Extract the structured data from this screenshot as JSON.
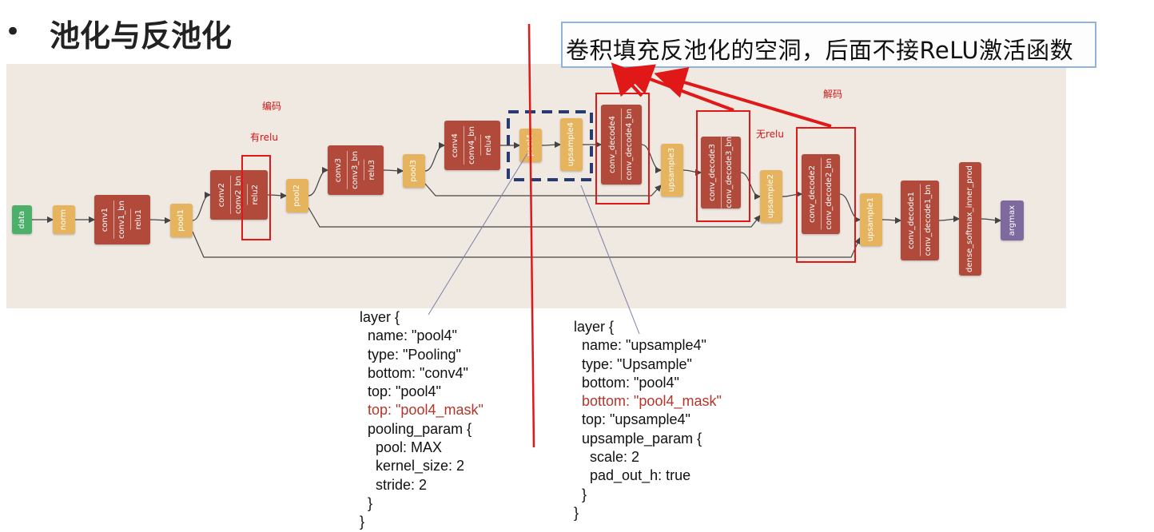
{
  "slide": {
    "bullet": "•",
    "title": "池化与反池化"
  },
  "callout": {
    "text": "卷积填充反池化的空洞，后面不接ReLU激活函数"
  },
  "annotations": {
    "encode": "编码",
    "has_relu": "有relu",
    "no_relu": "无relu",
    "decode": "解码"
  },
  "network": {
    "colors": {
      "conv": "#b24a3b",
      "pool": "#e6b45f",
      "input": "#4caf6a",
      "output": "#7e6a9e"
    },
    "nodes": [
      {
        "id": "data",
        "kind": "input",
        "labels": [
          "data"
        ]
      },
      {
        "id": "norm",
        "kind": "pool",
        "labels": [
          "norm"
        ]
      },
      {
        "id": "conv1",
        "kind": "conv",
        "labels": [
          "conv1",
          "conv1_bn",
          "relu1"
        ]
      },
      {
        "id": "pool1",
        "kind": "pool",
        "labels": [
          "pool1"
        ]
      },
      {
        "id": "conv2",
        "kind": "conv",
        "labels": [
          "conv2",
          "conv2_bn",
          "relu2"
        ]
      },
      {
        "id": "pool2",
        "kind": "pool",
        "labels": [
          "pool2"
        ]
      },
      {
        "id": "conv3",
        "kind": "conv",
        "labels": [
          "conv3",
          "conv3_bn",
          "relu3"
        ]
      },
      {
        "id": "pool3",
        "kind": "pool",
        "labels": [
          "pool3"
        ]
      },
      {
        "id": "conv4",
        "kind": "conv",
        "labels": [
          "conv4",
          "conv4_bn",
          "relu4"
        ]
      },
      {
        "id": "pool4",
        "kind": "pool",
        "labels": [
          "pool4"
        ]
      },
      {
        "id": "upsample4",
        "kind": "pool",
        "labels": [
          "upsample4"
        ]
      },
      {
        "id": "conv_decode4",
        "kind": "conv",
        "labels": [
          "conv_decode4",
          "conv_decode4_bn"
        ]
      },
      {
        "id": "upsample3",
        "kind": "pool",
        "labels": [
          "upsample3"
        ]
      },
      {
        "id": "conv_decode3",
        "kind": "conv",
        "labels": [
          "conv_decode3",
          "conv_decode3_bn"
        ]
      },
      {
        "id": "upsample2",
        "kind": "pool",
        "labels": [
          "upsample2"
        ]
      },
      {
        "id": "conv_decode2",
        "kind": "conv",
        "labels": [
          "conv_decode2",
          "conv_decode2_bn"
        ]
      },
      {
        "id": "upsample1",
        "kind": "pool",
        "labels": [
          "upsample1"
        ]
      },
      {
        "id": "conv_decode1",
        "kind": "conv",
        "labels": [
          "conv_decode1",
          "conv_decode1_bn"
        ]
      },
      {
        "id": "dense",
        "kind": "conv",
        "labels": [
          "dense_softmax_inner_prod"
        ]
      },
      {
        "id": "argmax",
        "kind": "output",
        "labels": [
          "argmax"
        ]
      }
    ],
    "edges": [
      [
        "data",
        "norm"
      ],
      [
        "norm",
        "conv1"
      ],
      [
        "conv1",
        "pool1"
      ],
      [
        "pool1",
        "conv2"
      ],
      [
        "conv2",
        "pool2"
      ],
      [
        "pool2",
        "conv3"
      ],
      [
        "conv3",
        "pool3"
      ],
      [
        "pool3",
        "conv4"
      ],
      [
        "conv4",
        "pool4"
      ],
      [
        "pool4",
        "upsample4"
      ],
      [
        "upsample4",
        "conv_decode4"
      ],
      [
        "conv_decode4",
        "upsample3"
      ],
      [
        "upsample3",
        "conv_decode3"
      ],
      [
        "conv_decode3",
        "upsample2"
      ],
      [
        "upsample2",
        "conv_decode2"
      ],
      [
        "conv_decode2",
        "upsample1"
      ],
      [
        "upsample1",
        "conv_decode1"
      ],
      [
        "conv_decode1",
        "dense"
      ],
      [
        "dense",
        "argmax"
      ],
      [
        "pool3",
        "upsample3"
      ],
      [
        "pool2",
        "upsample2"
      ],
      [
        "pool1",
        "upsample1"
      ]
    ]
  },
  "code_left": {
    "lines": [
      {
        "text": "layer {",
        "red": false
      },
      {
        "text": "  name: \"pool4\"",
        "red": false
      },
      {
        "text": "  type: \"Pooling\"",
        "red": false
      },
      {
        "text": "  bottom: \"conv4\"",
        "red": false
      },
      {
        "text": "  top: \"pool4\"",
        "red": false
      },
      {
        "text": "  top: \"pool4_mask\"",
        "red": true
      },
      {
        "text": "  pooling_param {",
        "red": false
      },
      {
        "text": "    pool: MAX",
        "red": false
      },
      {
        "text": "    kernel_size: 2",
        "red": false
      },
      {
        "text": "    stride: 2",
        "red": false
      },
      {
        "text": "  }",
        "red": false
      },
      {
        "text": "}",
        "red": false
      }
    ]
  },
  "code_right": {
    "lines": [
      {
        "text": "layer {",
        "red": false
      },
      {
        "text": "  name: \"upsample4\"",
        "red": false
      },
      {
        "text": "  type: \"Upsample\"",
        "red": false
      },
      {
        "text": "  bottom: \"pool4\"",
        "red": false
      },
      {
        "text": "  bottom: \"pool4_mask\"",
        "red": true
      },
      {
        "text": "  top: \"upsample4\"",
        "red": false
      },
      {
        "text": "  upsample_param {",
        "red": false
      },
      {
        "text": "    scale: 2",
        "red": false
      },
      {
        "text": "    pad_out_h: true",
        "red": false
      },
      {
        "text": "  }",
        "red": false
      },
      {
        "text": "}",
        "red": false
      }
    ]
  }
}
